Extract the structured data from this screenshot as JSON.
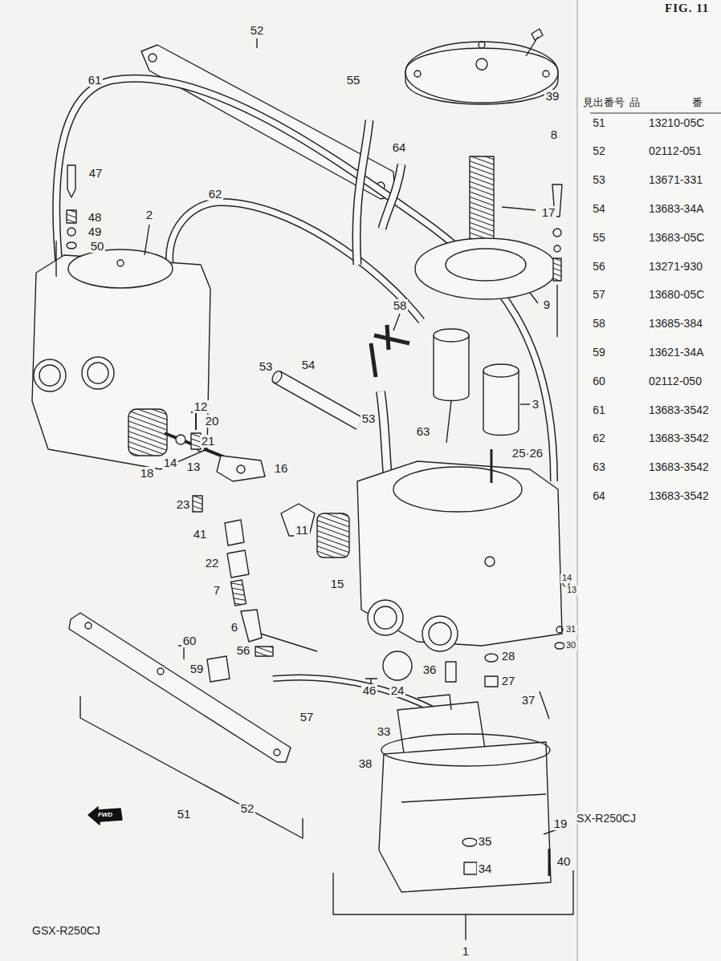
{
  "diagram": {
    "title": "FIG. 11",
    "labels": [
      "見出番号",
      "品",
      "番",
      "51",
      "13210-05C",
      "52",
      "02112-051",
      "53",
      "13671-331",
      "54",
      "13683-34A",
      "55",
      "13683-05C",
      "56",
      "13271-930",
      "57",
      "13680-05C",
      "58",
      "13685-384",
      "59",
      "13621-34A",
      "60",
      "02112-050",
      "61",
      "13683-3542",
      "62",
      "13683-3542",
      "63",
      "13683-3542",
      "64",
      "13683-3542",
      "52",
      "61",
      "55",
      "39",
      "8",
      "64",
      "47",
      "62",
      "2",
      "17",
      "48",
      "49",
      "50",
      "9",
      "58",
      "54",
      "53",
      "12",
      "53",
      "20",
      "63",
      "3",
      "21",
      "25·26",
      "14",
      "13",
      "16",
      "18",
      "23",
      "11",
      "41",
      "22",
      "14",
      "13",
      "15",
      "7",
      "6",
      "31",
      "60",
      "30",
      "56",
      "28",
      "59",
      "36",
      "27",
      "46",
      "24",
      "37",
      "57",
      "33",
      "38",
      "52",
      "51",
      "FWD",
      "SX-R250CJ",
      "19",
      "35",
      "40",
      "34",
      "GSX-R250CJ",
      "1"
    ]
  }
}
